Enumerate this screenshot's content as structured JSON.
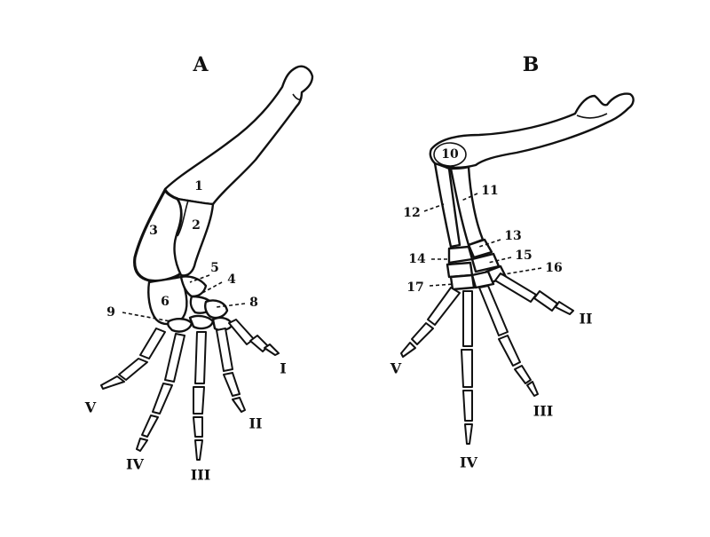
{
  "panels": [
    {
      "id": "A",
      "heading": "A",
      "bone_numbers": [
        "1",
        "2",
        "3",
        "4",
        "5",
        "6",
        "8",
        "9"
      ],
      "digits": [
        "I",
        "II",
        "III",
        "IV",
        "V"
      ]
    },
    {
      "id": "B",
      "heading": "B",
      "bone_numbers": [
        "10",
        "11",
        "12",
        "13",
        "14",
        "15",
        "16",
        "17"
      ],
      "digits": [
        "II",
        "III",
        "IV",
        "V"
      ]
    }
  ]
}
